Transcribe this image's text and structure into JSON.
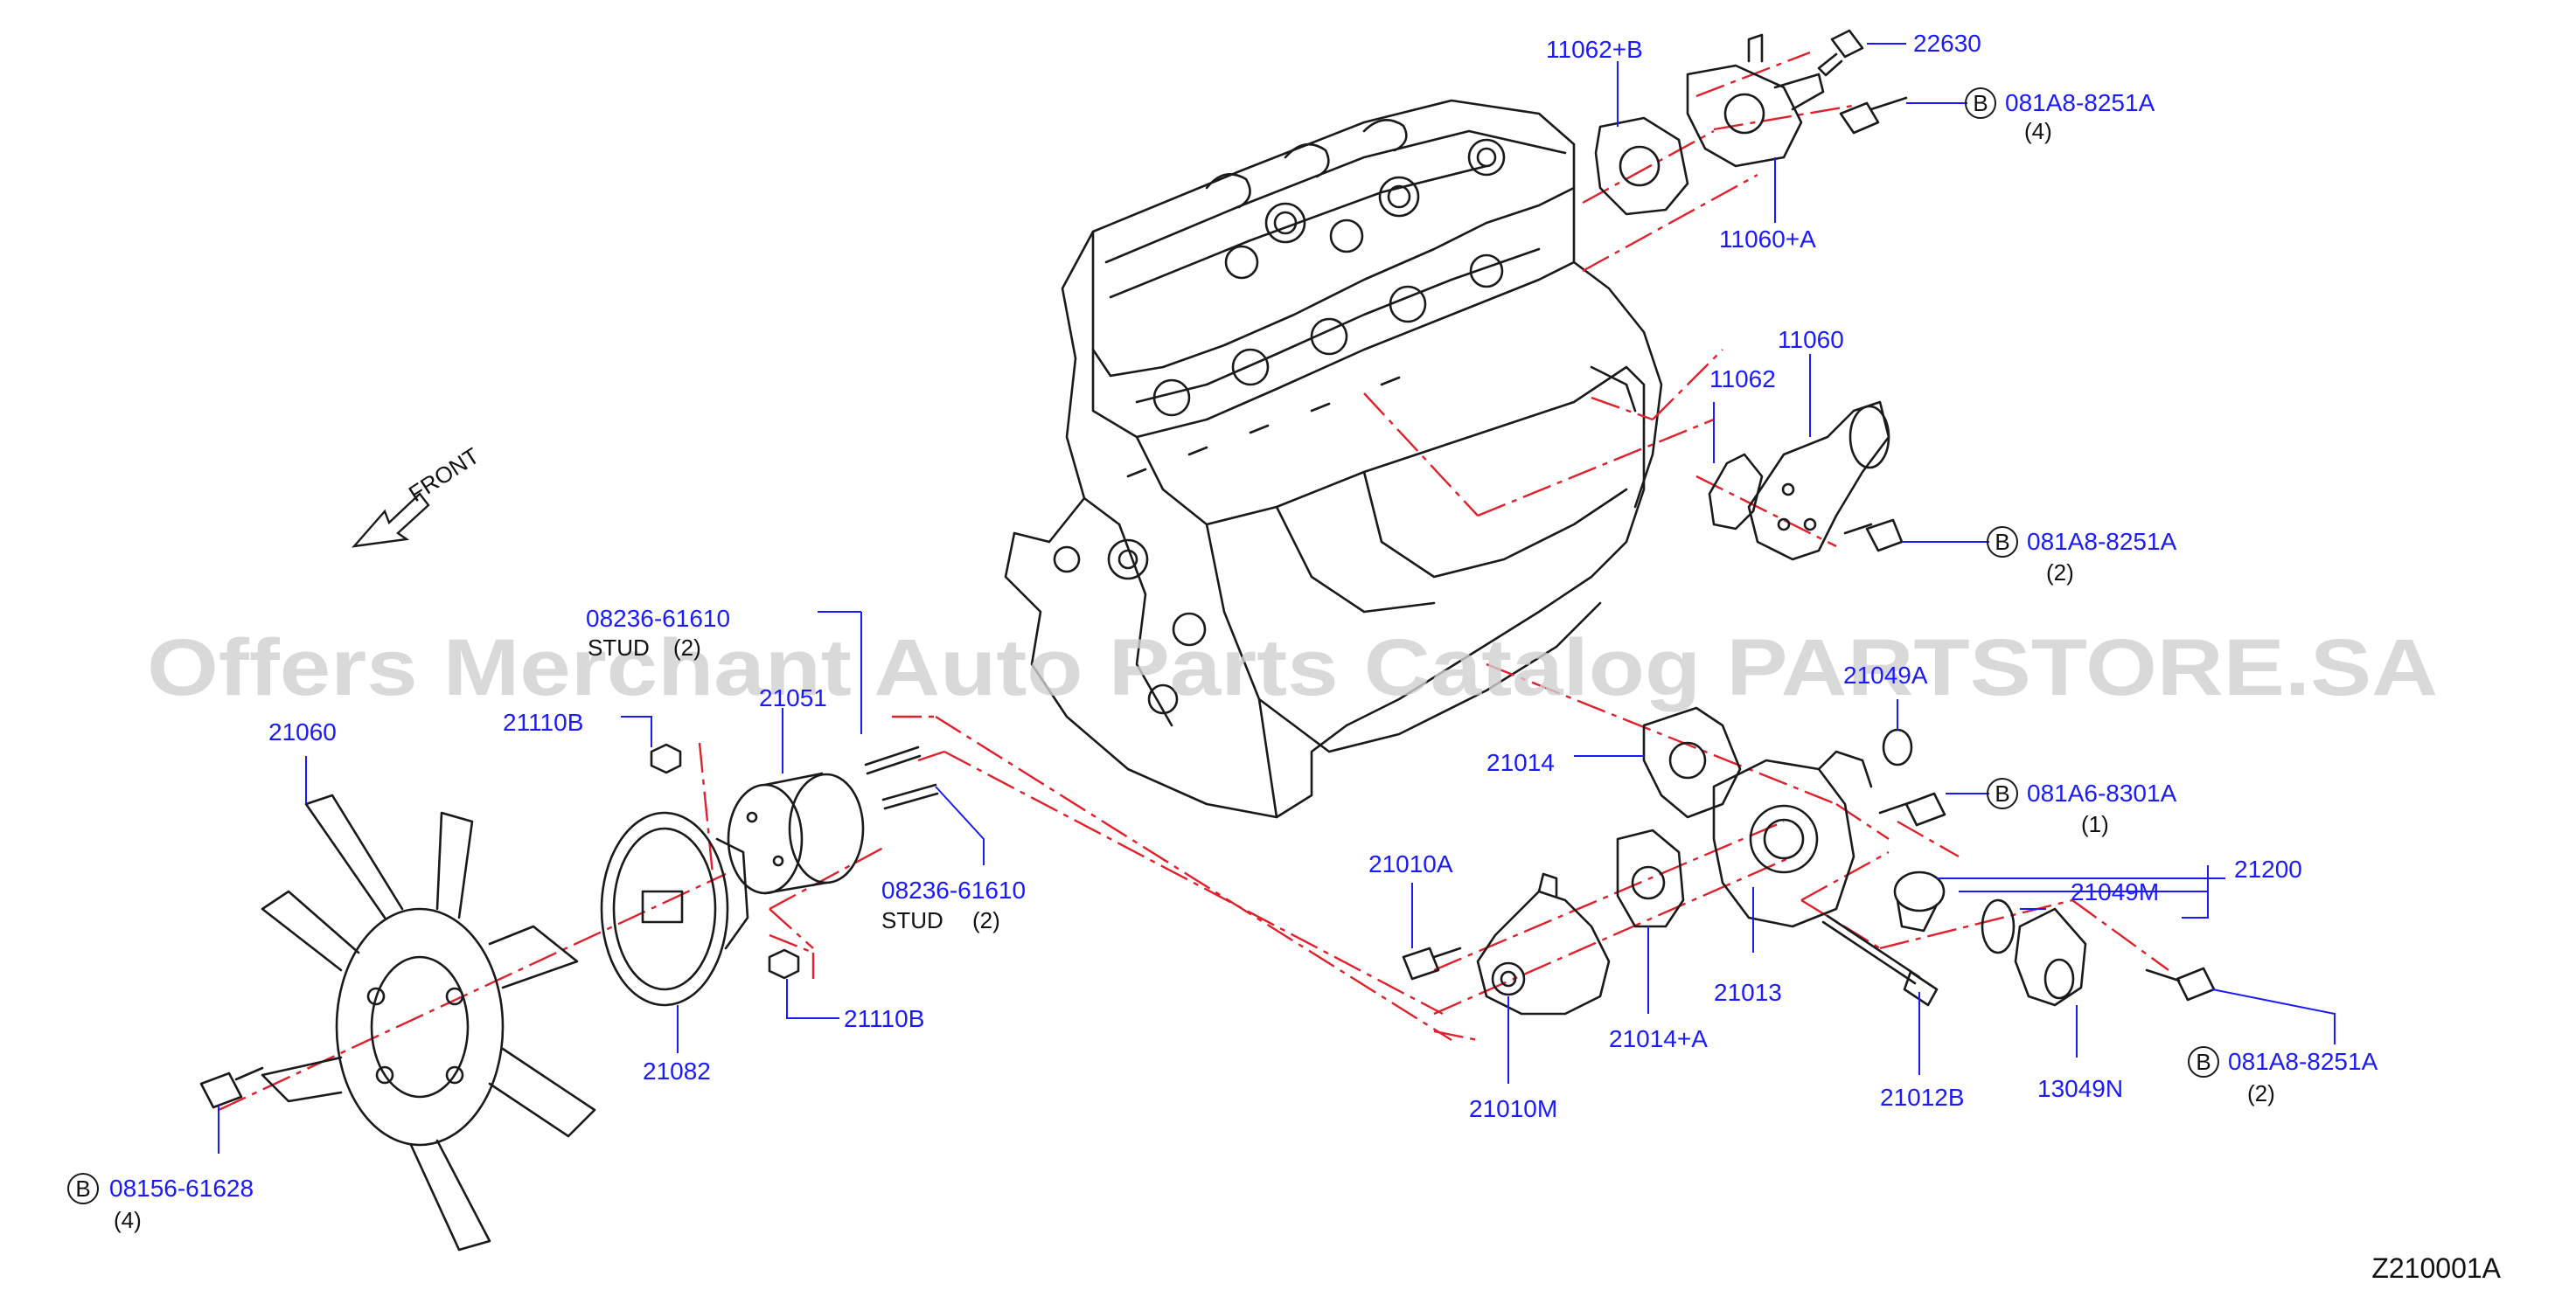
{
  "colors": {
    "label": "#1a1aff",
    "leader": "#1a1aff",
    "centerline": "#e0202a",
    "ink": "#1a1a1a",
    "watermark": "#c8c8c8"
  },
  "watermark": "Offers Merchant Auto Parts Catalog PARTSTORE.SA",
  "front_label": "FRONT",
  "diagram_code": "Z210001A",
  "parts": {
    "p22630": "22630",
    "p11062b": "11062+B",
    "p081a8_top": "081A8-8251A",
    "q4_top": "(4)",
    "p11060a": "11060+A",
    "p11060": "11060",
    "p11062": "11062",
    "p081a8_mid": "081A8-8251A",
    "q2_mid": "(2)",
    "p08236_top": "08236-61610",
    "stud_top": "STUD",
    "q2_stud_top": "(2)",
    "p21060": "21060",
    "p21110b_top": "21110B",
    "p21051": "21051",
    "p21049a": "21049A",
    "p21014": "21014",
    "p081a6": "081A6-8301A",
    "q1": "(1)",
    "p21200": "21200",
    "p21049m": "21049M",
    "p21010a": "21010A",
    "p08236_bot": "08236-61610",
    "stud_bot": "STUD",
    "q2_stud_bot": "(2)",
    "p21110b_bot": "21110B",
    "p21082": "21082",
    "p21013": "21013",
    "p21014a": "21014+A",
    "p21010m": "21010M",
    "p21012b": "21012B",
    "p13049n": "13049N",
    "p081a8_bot": "081A8-8251A",
    "q2_bot": "(2)",
    "p08156": "08156-61628",
    "q4_bot": "(4)",
    "b_marker": "B"
  },
  "icons": [
    "front-arrow-icon",
    "bolt-icon",
    "nut-icon",
    "stud-icon",
    "gasket-icon",
    "thermostat-icon",
    "fan-icon",
    "pulley-icon",
    "water-pump-icon",
    "engine-block-icon"
  ]
}
